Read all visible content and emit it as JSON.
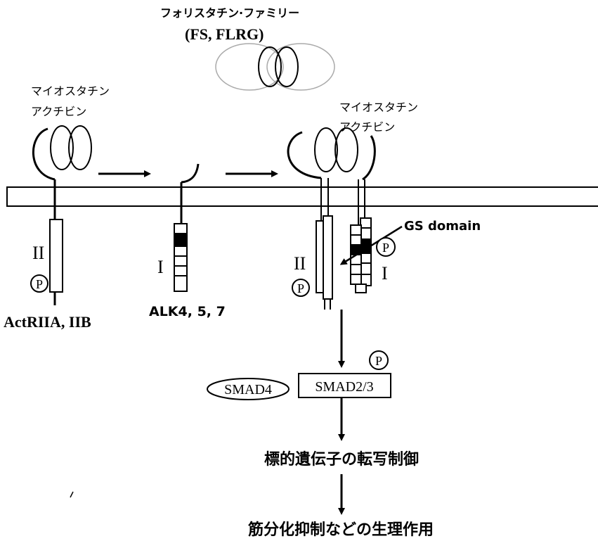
{
  "labels": {
    "follistatin_family": "フォリスタチン·ファミリー",
    "follistatin_members": "(FS, FLRG)",
    "ligand_left_line1": "マイオスタチン",
    "ligand_left_line2": "アクチビン",
    "ligand_right_line1": "マイオスタチン",
    "ligand_right_line2": "アクチビン",
    "type2_left": "II",
    "type1_mid": "I",
    "type2_right": "II",
    "type1_right": "I",
    "phospho": "P",
    "receptor_type2_name": "ActRIIA, IIB",
    "receptor_type1_name": "ALK4, 5, 7",
    "gs_domain": "GS domain",
    "smad4": "SMAD4",
    "smad23": "SMAD2/3",
    "step_transcription": "標的遺伝子の転写制御",
    "step_effect": "筋分化抑制などの生理作用"
  }
}
